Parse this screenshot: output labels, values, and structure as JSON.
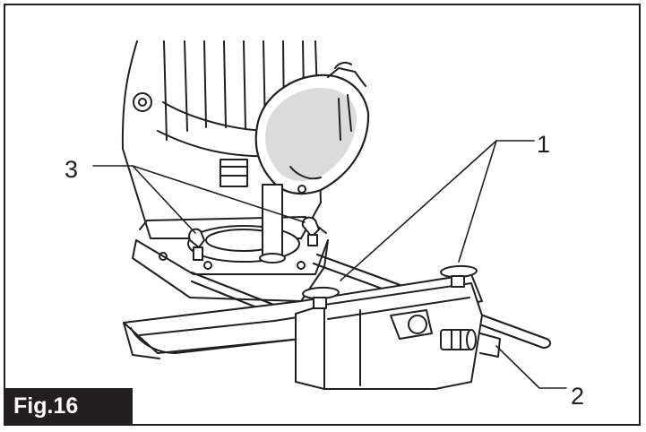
{
  "figure": {
    "tag": "Fig.16"
  },
  "callouts": {
    "one": "1",
    "two": "2",
    "three": "3"
  },
  "colors": {
    "ink": "#231f20",
    "paper": "#ffffff",
    "shade": "#bdbdbd"
  }
}
